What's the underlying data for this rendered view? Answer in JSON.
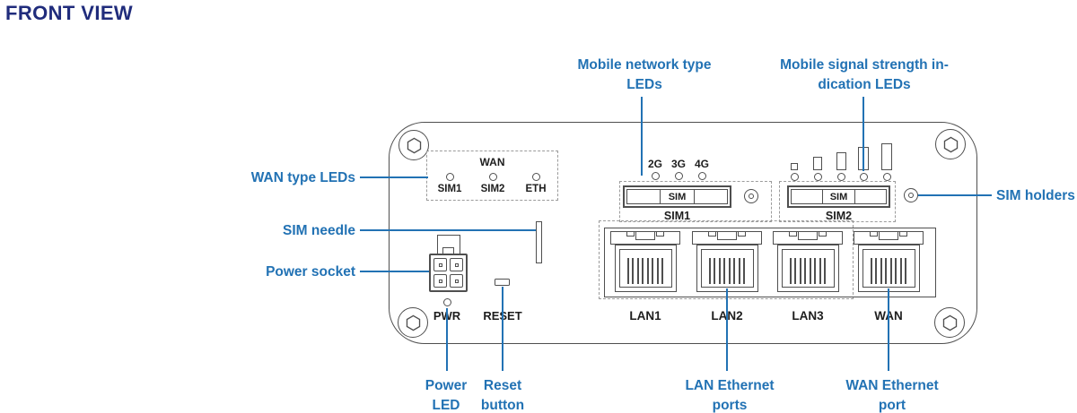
{
  "title": "FRONT VIEW",
  "colors": {
    "accent": "#2272b4",
    "title_color": "#202c7c",
    "outline": "#4f4f4f"
  },
  "callouts": {
    "wan_type_leds": "WAN type LEDs",
    "sim_needle": "SIM needle",
    "power_socket": "Power socket",
    "mobile_network": {
      "line1": "Mobile network type",
      "line2": "LEDs"
    },
    "signal_strength": {
      "line1": "Mobile signal strength in-",
      "line2": "dication LEDs"
    },
    "sim_holders": "SIM holders",
    "power_led": {
      "line1": "Power",
      "line2": "LED"
    },
    "reset_button": {
      "line1": "Reset",
      "line2": "button"
    },
    "lan_ports": {
      "line1": "LAN Ethernet",
      "line2": "ports"
    },
    "wan_port": {
      "line1": "WAN Ethernet",
      "line2": "port"
    }
  },
  "device": {
    "wan_led_group": {
      "header": "WAN",
      "leds": [
        "SIM1",
        "SIM2",
        "ETH"
      ]
    },
    "network_type_leds": [
      "2G",
      "3G",
      "4G"
    ],
    "sim_slots": [
      {
        "slot_text": "SIM",
        "label": "SIM1"
      },
      {
        "slot_text": "SIM",
        "label": "SIM2"
      }
    ],
    "pwr": "PWR",
    "reset": "RESET",
    "ports": [
      "LAN1",
      "LAN2",
      "LAN3",
      "WAN"
    ]
  }
}
